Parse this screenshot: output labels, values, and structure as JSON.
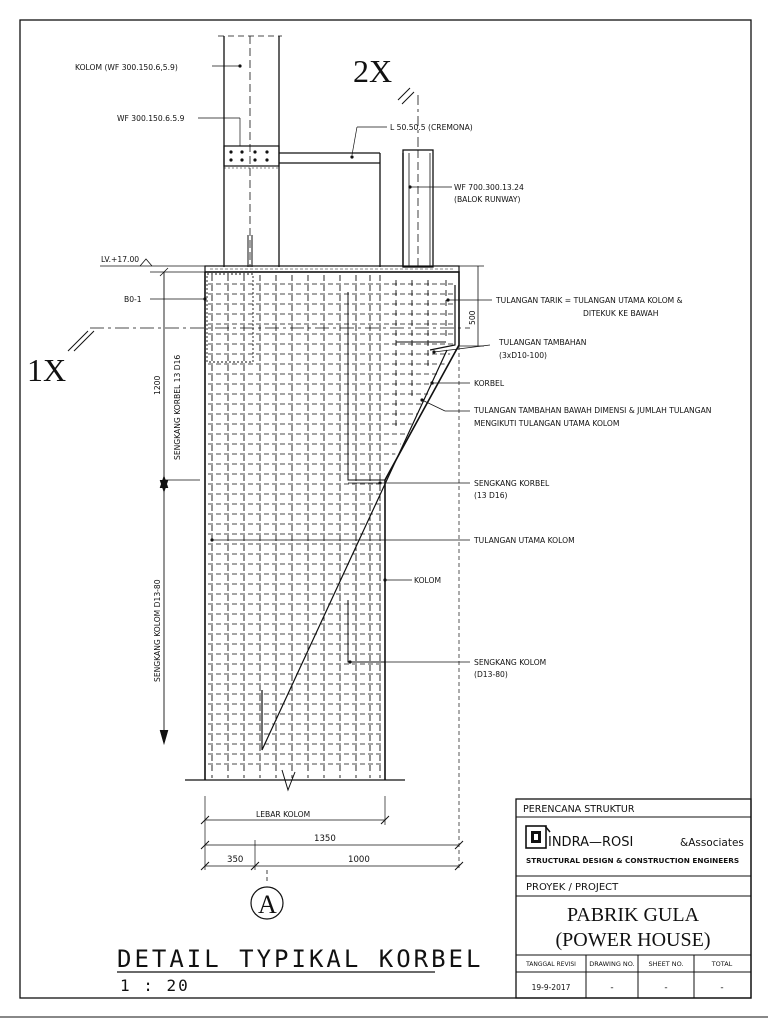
{
  "drawing": {
    "marks": {
      "section_2x": "2X",
      "section_1x": "1X",
      "level": "LV.+17.00",
      "bracket_tag": "B0-1",
      "grid_bubble": "A"
    },
    "labels": {
      "kolom_wf": "KOLOM (WF 300.150.6,5.9)",
      "wf_brace": "WF 300.150.6.5.9",
      "angle": "L 50.50.5 (CREMONA)",
      "runway_1": "WF 700.300.13.24",
      "runway_2": "(BALOK RUNWAY)",
      "tarik_1": "TULANGAN TARIK = TULANGAN UTAMA KOLOM &",
      "tarik_2": "DITEKUK KE BAWAH",
      "tambahan_1": "TULANGAN TAMBAHAN",
      "tambahan_2": "(3xD10-100)",
      "korbel": "KORBEL",
      "bawah_1": "TULANGAN TAMBAHAN BAWAH DIMENSI & JUMLAH TULANGAN",
      "bawah_2": "MENGIKUTI TULANGAN UTAMA KOLOM",
      "sengkang_korbel_1": "SENGKANG KORBEL",
      "sengkang_korbel_2": "(13 D16)",
      "utama": "TULANGAN UTAMA KOLOM",
      "kolom": "KOLOM",
      "sengkang_kolom_1": "SENGKANG KOLOM",
      "sengkang_kolom_2": "(D13-80)",
      "sengkang_korbel_vert": "SENGKANG KORBEL 13 D16",
      "sengkang_kolom_vert": "SENGKANG KOLOM D13-80",
      "lebar_kolom": "LEBAR KOLOM"
    },
    "dimensions": {
      "d500": "500",
      "d1200": "1200",
      "d1350": "1350",
      "d350": "350",
      "d1000": "1000"
    },
    "title": "DETAIL TYPIKAL KORBEL",
    "scale": "1 : 20"
  },
  "title_block": {
    "designer_heading": "PERENCANA STRUKTUR",
    "firm_name": "INDRA—ROSI",
    "firm_suffix": "&Associates",
    "firm_tagline": "STRUCTURAL DESIGN & CONSTRUCTION ENGINEERS",
    "project_heading": "PROYEK / PROJECT",
    "project_line1": "PABRIK GULA",
    "project_line2": "(POWER HOUSE)",
    "columns": [
      "TANGGAL REVISI",
      "DRAWING NO.",
      "SHEET NO.",
      "TOTAL"
    ],
    "values": [
      "19-9-2017",
      "-",
      "-",
      "-"
    ]
  }
}
